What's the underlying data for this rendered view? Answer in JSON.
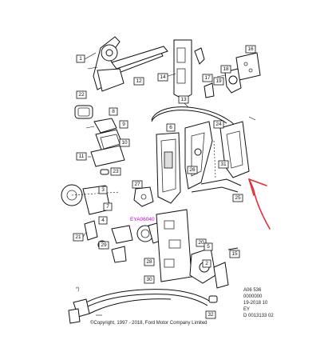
{
  "callouts": [
    {
      "label": "1"
    },
    {
      "label": "16"
    },
    {
      "label": "12"
    },
    {
      "label": "18"
    },
    {
      "label": "17"
    },
    {
      "label": "14"
    },
    {
      "label": "19"
    },
    {
      "label": "13"
    },
    {
      "label": "22"
    },
    {
      "label": "24"
    },
    {
      "label": "8"
    },
    {
      "label": "9"
    },
    {
      "label": "6"
    },
    {
      "label": "10"
    },
    {
      "label": "11"
    },
    {
      "label": "23"
    },
    {
      "label": "26"
    },
    {
      "label": "27"
    },
    {
      "label": "31"
    },
    {
      "label": "25"
    },
    {
      "label": "3"
    },
    {
      "label": "7"
    },
    {
      "label": "4"
    },
    {
      "label": "21"
    },
    {
      "label": "29"
    },
    {
      "label": "28"
    },
    {
      "label": "20"
    },
    {
      "label": "30"
    },
    {
      "label": "5"
    },
    {
      "label": "2"
    },
    {
      "label": "15"
    },
    {
      "label": "32"
    }
  ],
  "stamp": "EYA06040",
  "meta": {
    "line1": "A06 536",
    "line2": "0000000",
    "line3": "19-2018 10",
    "line4": "EY",
    "line5": "D 0013133 02"
  },
  "copyright": "©Copyright, 1997 - 2018, Ford Motor Company Limited",
  "side_mark": "*)",
  "colors": {
    "arrow": "#e0303a",
    "stamp": "#cc00cc",
    "line": "#111111"
  }
}
